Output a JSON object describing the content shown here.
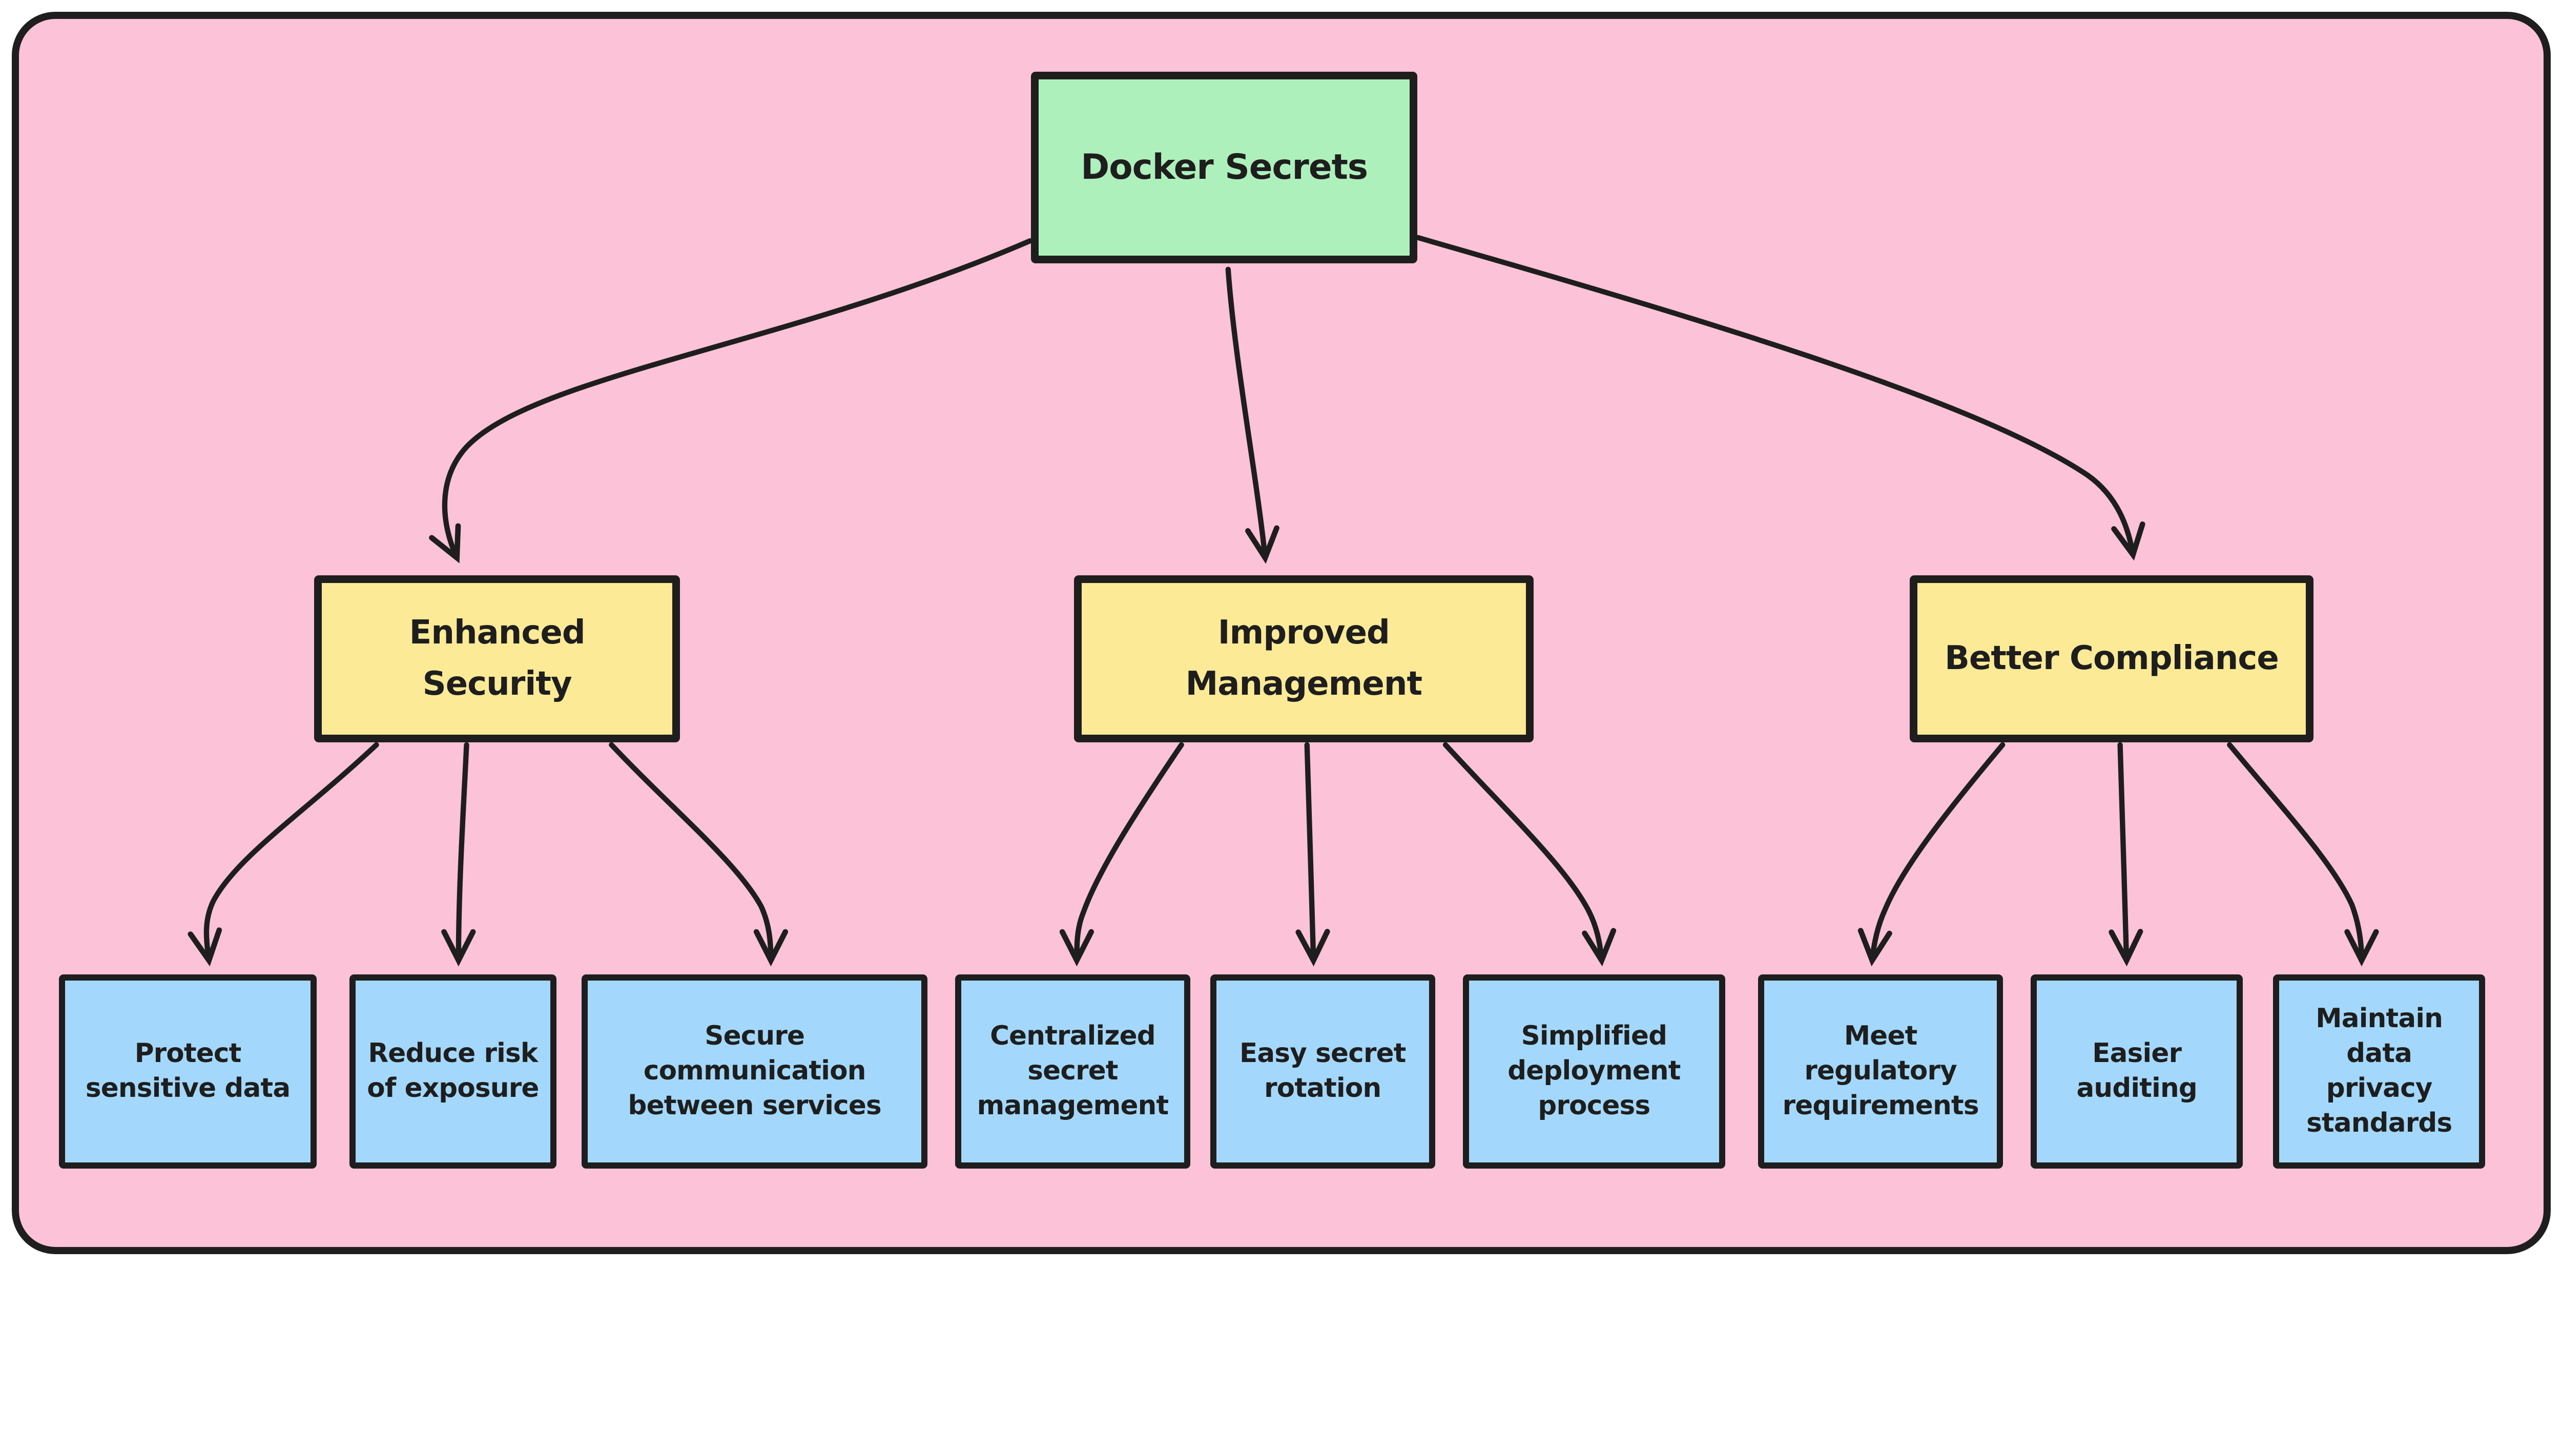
{
  "colors": {
    "page_bg": "#ffffff",
    "canvas_bg": "#fcc2d7",
    "root_fill": "#aef0bc",
    "branch_fill": "#fdea96",
    "leaf_fill": "#a3d8fc",
    "stroke": "#1e1e1e"
  },
  "nodes": {
    "root": {
      "label": "Docker Secrets"
    },
    "security": {
      "label": "Enhanced\nSecurity"
    },
    "management": {
      "label": "Improved\nManagement"
    },
    "compliance": {
      "label": "Better Compliance"
    },
    "protect_data": {
      "label": "Protect\nsensitive data"
    },
    "reduce_risk": {
      "label": "Reduce risk\nof exposure"
    },
    "secure_comm": {
      "label": "Secure\ncommunication\nbetween services"
    },
    "central_mgmt": {
      "label": "Centralized\nsecret\nmanagement"
    },
    "easy_rotation": {
      "label": "Easy secret\nrotation"
    },
    "simplified_deploy": {
      "label": "Simplified\ndeployment\nprocess"
    },
    "meet_reg": {
      "label": "Meet\nregulatory\nrequirements"
    },
    "easier_audit": {
      "label": "Easier\nauditing"
    },
    "maintain_privacy": {
      "label": "Maintain\ndata\nprivacy\nstandards"
    }
  },
  "edges": [
    {
      "from": "root",
      "to": "security"
    },
    {
      "from": "root",
      "to": "management"
    },
    {
      "from": "root",
      "to": "compliance"
    },
    {
      "from": "security",
      "to": "protect_data"
    },
    {
      "from": "security",
      "to": "reduce_risk"
    },
    {
      "from": "security",
      "to": "secure_comm"
    },
    {
      "from": "management",
      "to": "central_mgmt"
    },
    {
      "from": "management",
      "to": "easy_rotation"
    },
    {
      "from": "management",
      "to": "simplified_deploy"
    },
    {
      "from": "compliance",
      "to": "meet_reg"
    },
    {
      "from": "compliance",
      "to": "easier_audit"
    },
    {
      "from": "compliance",
      "to": "maintain_privacy"
    }
  ]
}
